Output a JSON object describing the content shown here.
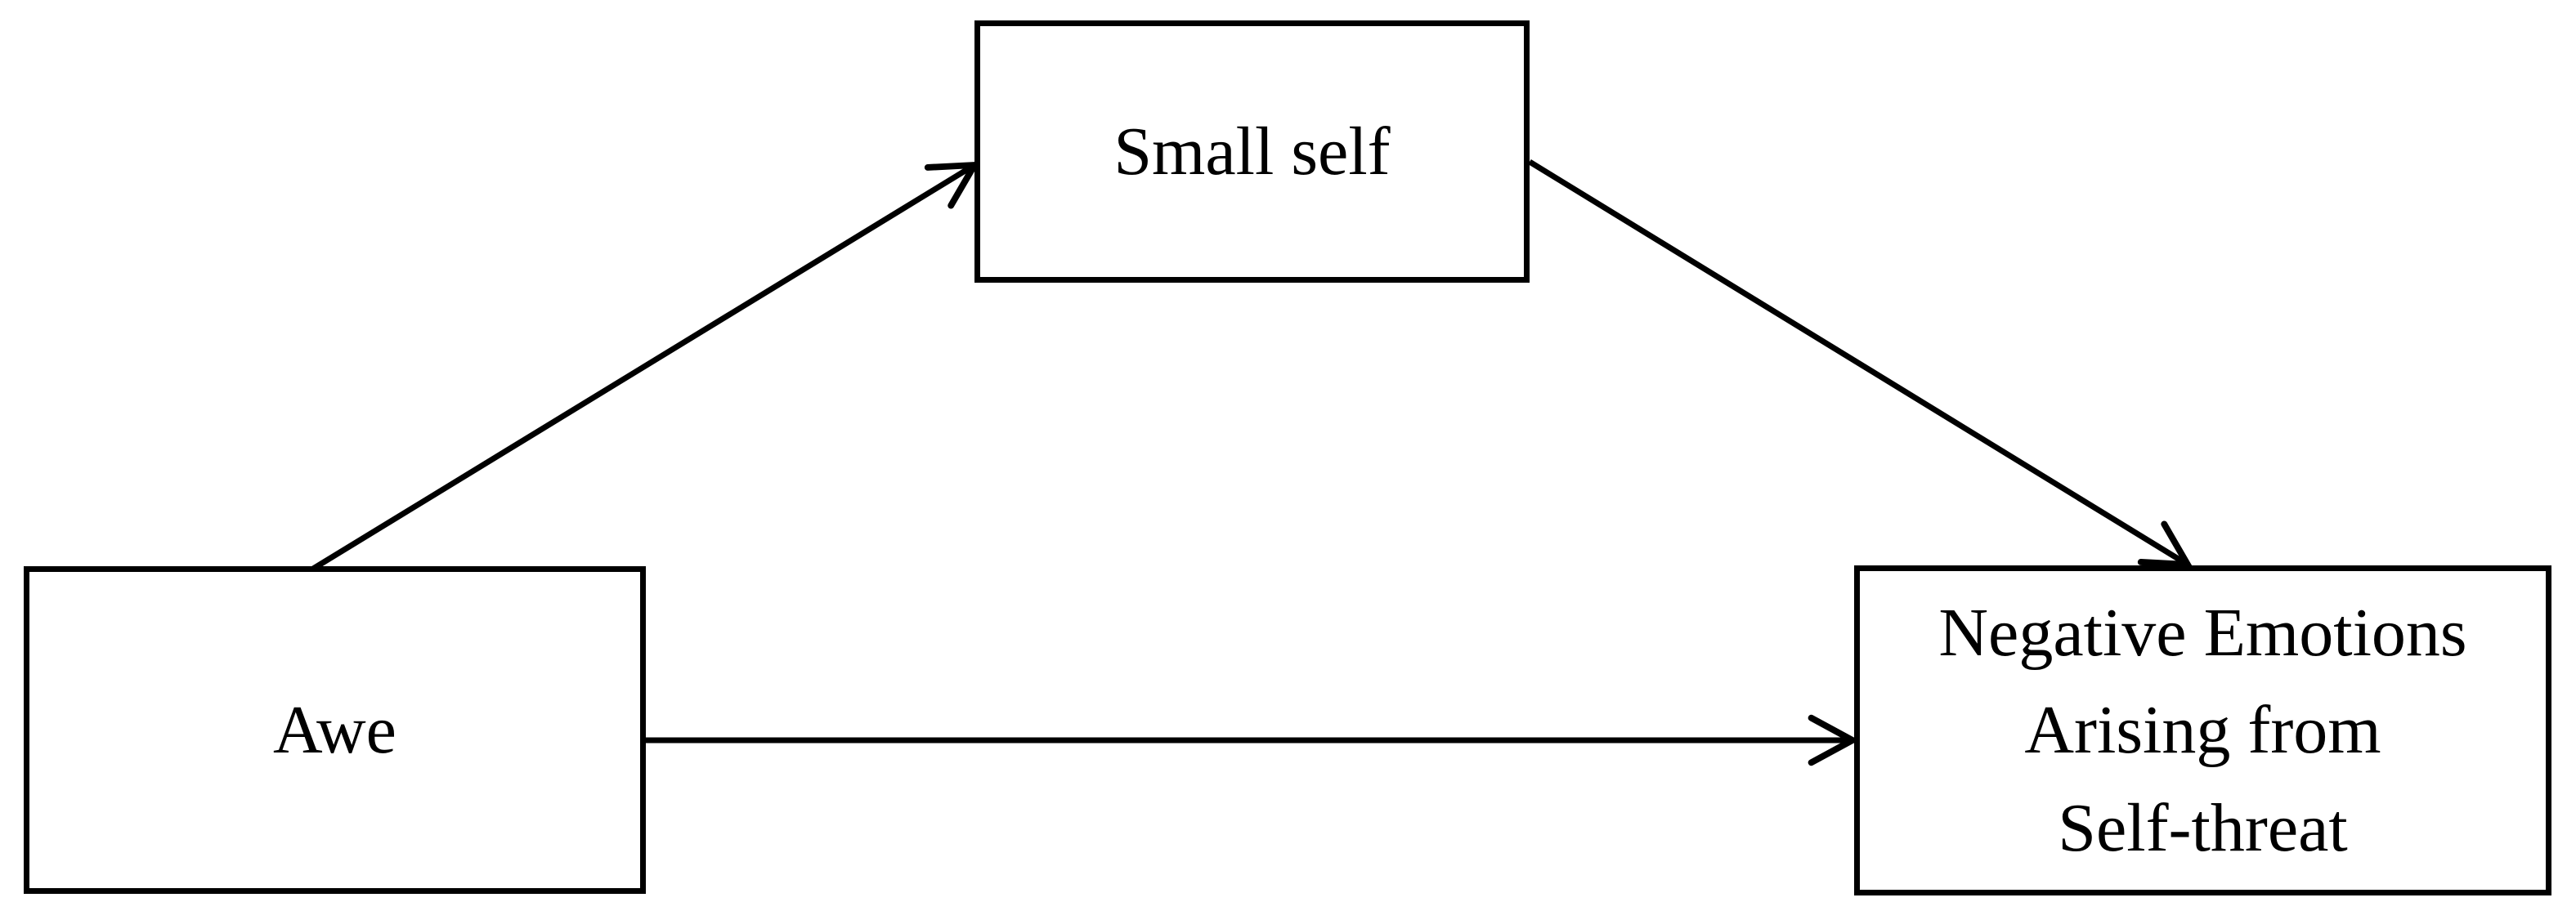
{
  "figure": {
    "type": "path-diagram",
    "background_color": "#ffffff",
    "colors": {
      "line": "#000000",
      "text": "#000000",
      "node_fill": "#ffffff",
      "node_border": "#000000"
    },
    "nodes": [
      {
        "id": "awe",
        "label": "Awe"
      },
      {
        "id": "small-self",
        "label": "Small self"
      },
      {
        "id": "negative-emotions",
        "label_lines": [
          "Negative Emotions",
          "Arising from",
          "Self-threat"
        ]
      }
    ],
    "edges": [
      {
        "from": "awe",
        "to": "small-self",
        "style": "straight-arrow",
        "label": ""
      },
      {
        "from": "small-self",
        "to": "negative-emotions",
        "style": "straight-arrow",
        "label": ""
      },
      {
        "from": "awe",
        "to": "negative-emotions",
        "style": "straight-arrow",
        "label": ""
      }
    ]
  }
}
